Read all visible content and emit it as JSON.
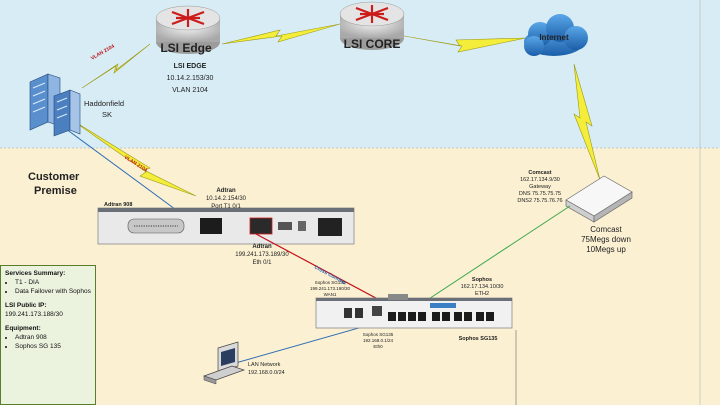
{
  "zones": {
    "customer_premise": [
      "Customer",
      "Premise"
    ]
  },
  "devices": {
    "lsi_edge": {
      "title": "LSI Edge",
      "lines": [
        "LSI EDGE",
        "10.14.2.153/30",
        "VLAN 2104"
      ]
    },
    "lsi_core": {
      "title": "LSI CORE"
    },
    "internet": {
      "title": "Internet"
    },
    "haddonfield": {
      "lines": [
        "Haddonfield",
        "SK"
      ]
    },
    "adtran_chassis": {
      "title": "Adtran 908"
    },
    "adtran_port1": {
      "lines": [
        "Adtran",
        "10.14.2.154/30",
        "Port T1 0/1"
      ]
    },
    "adtran_port2": {
      "lines": [
        "Adtran",
        "199.241.173.189/30",
        "Eth 0/1"
      ]
    },
    "comcast_ip": {
      "lines": [
        "Comcast",
        "162.17.134.9/30",
        "Gateway",
        "DNS 75.75.75.75",
        "DNS2 75.75.76.76"
      ]
    },
    "comcast_modem": {
      "lines": [
        "Comcast",
        "75Megs down",
        "10Megs up"
      ]
    },
    "sophos_wan": {
      "lines": [
        "Sophos",
        "162.17.134.10/30",
        "ETH2"
      ]
    },
    "sophos_wan1": {
      "lines": [
        "Sophos SG135",
        "199.241.173.190/30",
        "WAN1"
      ]
    },
    "sophos_model": {
      "title": "Sophos SG135"
    },
    "sophos_lan": {
      "lines": [
        "Sophos SG135",
        "192.168.0.1/24",
        "Eth0"
      ]
    },
    "lan": {
      "lines": [
        "LAN Network",
        "192.168.0.0/24"
      ]
    }
  },
  "links": {
    "vlan_top": "VLAN 2104",
    "vlan_mid": "VLAN 2104",
    "cross_connect": "Cross Connect"
  },
  "summary": {
    "services_title": "Services Summary:",
    "services": [
      "T1 - DIA",
      "Data Failover with Sophos"
    ],
    "lsi_ip_label": "LSI Public IP:",
    "lsi_ip": "199.241.173.188/30",
    "equipment_title": "Equipment:",
    "equipment": [
      "Adtran 908",
      "Sophos SG 135"
    ]
  },
  "colors": {
    "top_zone": "#d8ecf5",
    "bottom_zone": "#fbf0d2",
    "router": "#d0d0d0",
    "router_arrow": "#cc1b1b",
    "lightning": "#f4ee3a",
    "cloud": "#2a78c8",
    "cross_connect_line": "#c4101a",
    "wan_line": "#38a84a",
    "lan_line": "#2d6db5",
    "summary_bg": "#ebf3df"
  }
}
